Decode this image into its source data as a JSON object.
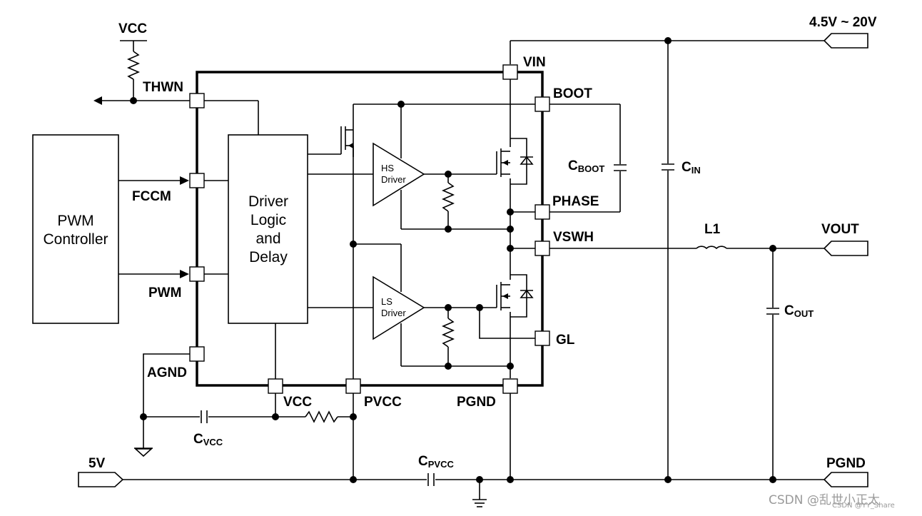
{
  "labels": {
    "vcc_top": "VCC",
    "vin_range": "4.5V ~ 20V",
    "thwn": "THWN",
    "vin": "VIN",
    "boot": "BOOT",
    "cboot_main": "C",
    "cboot_sub": "BOOT",
    "cin_main": "C",
    "cin_sub": "IN",
    "phase": "PHASE",
    "vswh": "VSWH",
    "l1": "L1",
    "vout": "VOUT",
    "fccm": "FCCM",
    "pwm": "PWM",
    "agnd": "AGND",
    "gl": "GL",
    "cout_main": "C",
    "cout_sub": "OUT",
    "vcc_pin": "VCC",
    "pvcc": "PVCC",
    "pgnd_pin": "PGND",
    "cvcc_main": "C",
    "cvcc_sub": "VCC",
    "five_v": "5V",
    "cpvcc_main": "C",
    "cpvcc_sub": "PVCC",
    "pgnd_right": "PGND"
  },
  "blocks": {
    "pwm_controller_line1": "PWM",
    "pwm_controller_line2": "Controller",
    "driver_line1": "Driver",
    "driver_line2": "Logic",
    "driver_line3": "and",
    "driver_line4": "Delay",
    "hs_driver_line1": "HS",
    "hs_driver_line2": "Driver",
    "ls_driver_line1": "LS",
    "ls_driver_line2": "Driver"
  },
  "watermark": {
    "main": "CSDN @乱世小正太",
    "overlay": "CSDN @YY_Share"
  }
}
